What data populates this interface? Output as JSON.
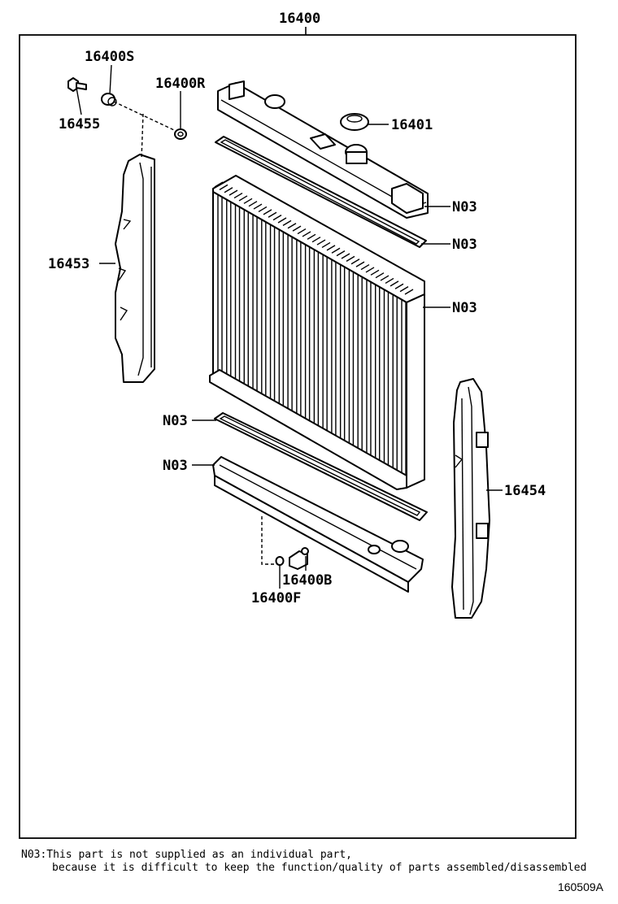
{
  "callouts": {
    "assembly": "16400",
    "drain_cock_plug_s": "16400S",
    "plug_r": "16400R",
    "bolt": "16455",
    "cap": "16401",
    "left_support": "16453",
    "right_support": "16454",
    "drain_cock_b": "16400B",
    "drain_cock_f": "16400F",
    "n03": [
      "N03",
      "N03",
      "N03",
      "N03",
      "N03"
    ]
  },
  "note": {
    "line1": "N03:This part is not supplied as an individual part,",
    "line2": "because it is difficult to keep the function/quality of parts assembled/disassembled"
  },
  "diagram_code": "160509A"
}
